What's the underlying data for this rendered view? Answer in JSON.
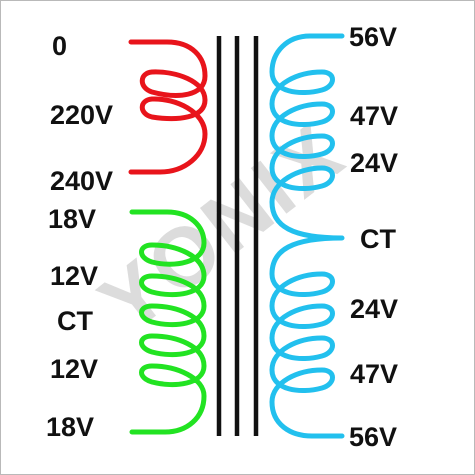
{
  "watermark": "YONIX",
  "colors": {
    "primary_winding": "#e8141b",
    "secondary_low_winding": "#22e322",
    "secondary_high_winding": "#22c0ee",
    "core": "#111111",
    "text": "#111111",
    "background": "#ffffff"
  },
  "primary": {
    "taps": [
      "0",
      "220V",
      "240V"
    ]
  },
  "secondary_left": {
    "taps": [
      "18V",
      "12V",
      "CT",
      "12V",
      "18V"
    ]
  },
  "secondary_right": {
    "taps": [
      "56V",
      "47V",
      "24V",
      "CT",
      "24V",
      "47V",
      "56V"
    ]
  }
}
